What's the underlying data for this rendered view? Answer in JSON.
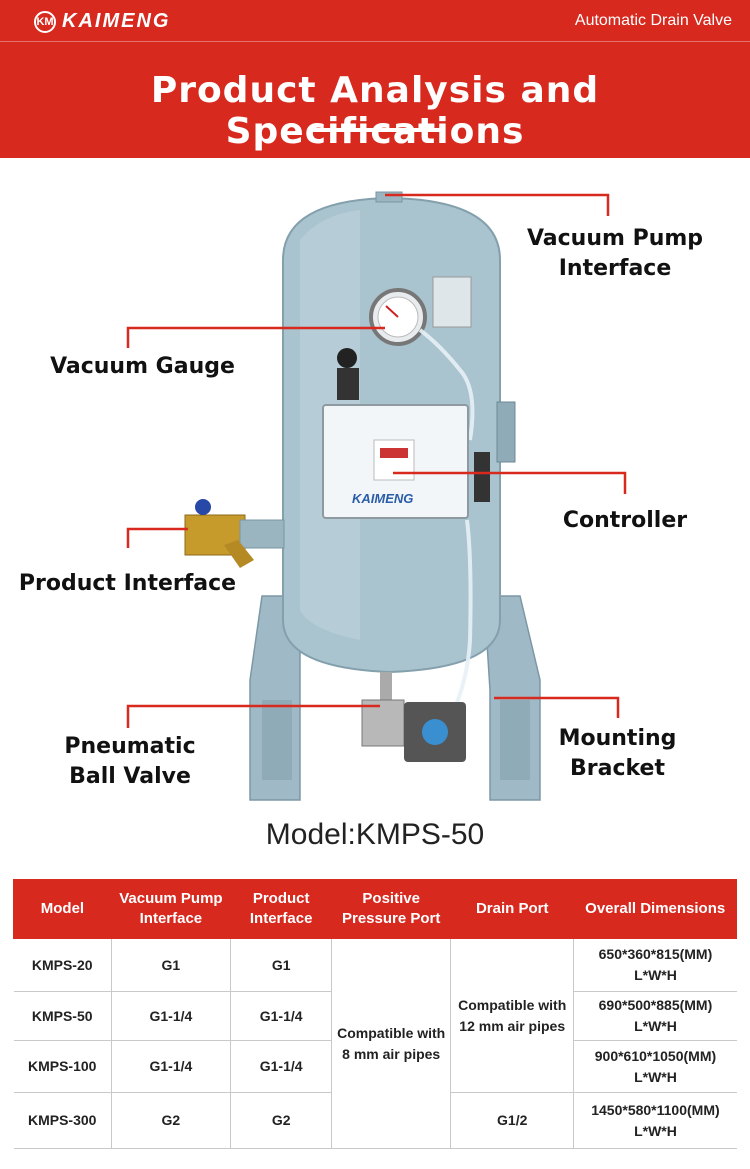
{
  "header": {
    "brand_logo_text": "KM",
    "brand_name": "KAIMENG",
    "tagline": "Automatic Drain Valve",
    "title": "Product Analysis and Specifications",
    "background_color": "#d8291f"
  },
  "product": {
    "labels": {
      "vacuum_pump_interface": "Vacuum Pump Interface",
      "vacuum_gauge": "Vacuum Gauge",
      "controller": "Controller",
      "product_interface": "Product Interface",
      "pneumatic_ball_valve": "Pneumatic Ball Valve",
      "mounting_bracket": "Mounting Bracket"
    },
    "controller_brand": "KAIMENG",
    "tank_color": "#a9c3cf",
    "callout_color": "#d8291f"
  },
  "model_caption": "Model:KMPS-50",
  "table": {
    "headers": [
      "Model",
      "Vacuum Pump Interface",
      "Product Interface",
      "Positive Pressure Port",
      "Drain Port",
      "Overall Dimensions"
    ],
    "rows": [
      {
        "model": "KMPS-20",
        "vacuum": "G1",
        "product": "G1",
        "dims": "650*360*815(MM) L*W*H"
      },
      {
        "model": "KMPS-50",
        "vacuum": "G1-1/4",
        "product": "G1-1/4",
        "dims": "690*500*885(MM) L*W*H"
      },
      {
        "model": "KMPS-100",
        "vacuum": "G1-1/4",
        "product": "G1-1/4",
        "dims": "900*610*1050(MM) L*W*H"
      },
      {
        "model": "KMPS-300",
        "vacuum": "G2",
        "product": "G2",
        "dims": "1450*580*1100(MM) L*W*H"
      }
    ],
    "positive_port": "Compatible with 8 mm air pipes",
    "drain_port_shared": "Compatible with 12 mm air pipes",
    "drain_port_300": "G1/2"
  }
}
